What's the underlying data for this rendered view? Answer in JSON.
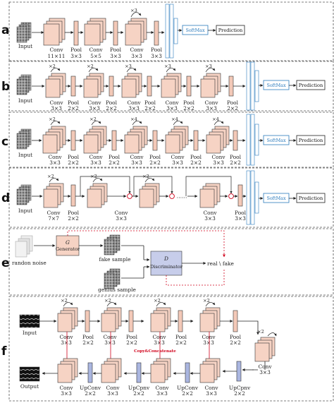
{
  "figure": {
    "panels": {
      "a": {
        "letter": "a",
        "input": "Input",
        "layers": [
          {
            "name": "Conv",
            "size": "11×11"
          },
          {
            "name": "Pool",
            "size": "3×3"
          },
          {
            "name": "Conv",
            "size": "5×5"
          },
          {
            "name": "Pool",
            "size": "3×3"
          },
          {
            "name": "Conv",
            "size": "3×3"
          },
          {
            "name": "Pool",
            "size": "3×3"
          }
        ],
        "repeat": "×3",
        "softmax": "SoftMax",
        "prediction": "Prediction"
      },
      "b": {
        "letter": "b",
        "input": "Input",
        "repeats": [
          "×2",
          "×2",
          "×3",
          "×3",
          "×3"
        ],
        "layers": [
          {
            "name": "Conv",
            "size": "3×3"
          },
          {
            "name": "Pool",
            "size": "2×2"
          }
        ],
        "softmax": "SoftMax",
        "prediction": "Prediction"
      },
      "c": {
        "letter": "c",
        "input": "Input",
        "repeats": [
          "×2",
          "×2",
          "×4",
          "×4",
          "×4"
        ],
        "layers": [
          {
            "name": "Conv",
            "size": "3×3"
          },
          {
            "name": "Pool",
            "size": "2×2"
          }
        ],
        "softmax": "SoftMax",
        "prediction": "Prediction"
      },
      "d": {
        "letter": "d",
        "input": "Input",
        "repeats": [
          "×2",
          "×2",
          "×2"
        ],
        "ellipsis": "⋯⋯",
        "layers": [
          {
            "name": "Conv",
            "size": "7×7"
          },
          {
            "name": "Pool",
            "size": "2×2"
          },
          {
            "name": "Conv",
            "size": "3×3"
          },
          {
            "name": "Conv",
            "size": "3×3"
          },
          {
            "name": "Pool",
            "size": "3×3"
          }
        ],
        "softmax": "SoftMax",
        "prediction": "Prediction"
      },
      "e": {
        "letter": "e",
        "noise": "randon noise",
        "g_letter": "G",
        "generator": "Generator",
        "fake": "fake sample",
        "genuine": "genius sample",
        "d_letter": "D",
        "discriminator": "Discriminator",
        "output": "real \\ fake"
      },
      "f": {
        "letter": "f",
        "input": "Input",
        "output": "Output",
        "repeat": "×2",
        "enc": [
          {
            "name": "Conv",
            "size": "3×3"
          },
          {
            "name": "Pool",
            "size": "2×2"
          }
        ],
        "bottom": {
          "name": "Conv",
          "size": "3×3"
        },
        "dec": [
          {
            "name": "Conv",
            "size": "3×3"
          },
          {
            "name": "UpConv",
            "size": "2×2"
          },
          {
            "name": "UpCpnv",
            "size": "2×2"
          }
        ],
        "copy": "Copy&Concatenate"
      }
    },
    "colors": {
      "block_fill": "#f6d3c4",
      "block_stroke": "#333333",
      "pool_fill": "#f3c9b8",
      "fc_stroke": "#2b7bbd",
      "upconv_fill": "#aab6e0",
      "discriminator_fill": "#c7cdea",
      "generator_fill": "#f6d3c4",
      "dashed_frame": "#555555",
      "red_arrow": "#d0021b",
      "blue_text": "#2b7bbd"
    }
  }
}
